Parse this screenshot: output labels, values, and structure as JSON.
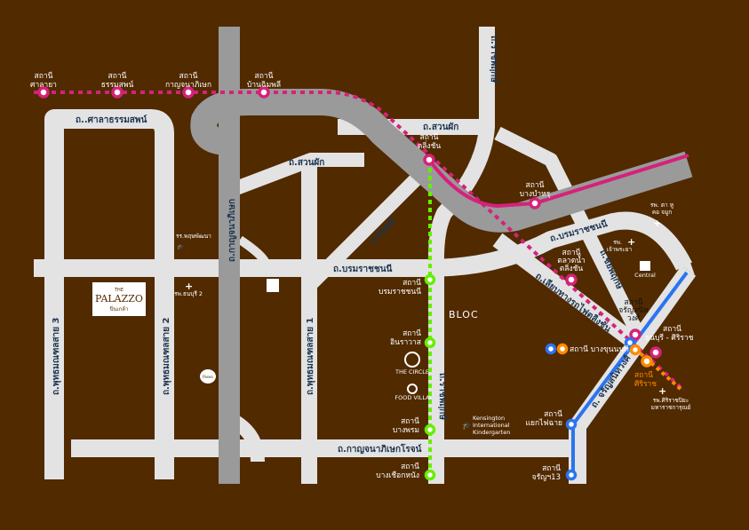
{
  "map": {
    "colors": {
      "background": "#512a00",
      "road": "#e3e3e3",
      "expressway": "#9a9a9a",
      "pink_line": "#d6217a",
      "green_line": "#66ee00",
      "blue_line": "#2b74f0",
      "orange_line": "#ff8a00",
      "road_label": "#1d3550"
    },
    "roads": {
      "salathammasop": "ถ..ศาลาธรรมสพน์",
      "suanphak_top": "ถ.สวนผัก",
      "suanphak": "ถ.สวนผัก",
      "ratchaphruek": "ถ.ราชพฤกษ์",
      "ratchaphruek_bottom": "ถ.ราชพฤกษ์",
      "kanchanaphisek": "ถ.กาญจนาภิเษก",
      "borommaratchachonnani": "ถ.บรมราชชนนี",
      "borommaratchachonnani_east": "ถ.บรมราชชนนี",
      "inphon": "ถ.อินพลี",
      "chaiyaphruek": "ถ.ชัยพฤกษ์",
      "liap_thang_rotfai": "ถ.เลียบทางรถไฟตลิ่งชัน",
      "charansanitwong": "ถ. จรัญสนิทวงศ์",
      "phutthamonthon3": "ถ.พุทธมณฑลสาย 3",
      "phutthamonthon2": "ถ.พุทธมณฑลสาย 2",
      "phutthamonthon1": "ถ.พุทธมณฑลสาย 1",
      "kanchanaphisek_rot": "ถ.กาญจนาภิเษกโรจน์"
    },
    "stations": {
      "salaya": [
        "สถานี",
        "ศาลายา"
      ],
      "thammasop": [
        "สถานี",
        "ธรรมสพน์"
      ],
      "kanchanaphisek": [
        "สถานี",
        "กาญจนาภิเษก"
      ],
      "ban_chimphli": [
        "สถานี",
        "บ้านฉิมพลี"
      ],
      "taling_chan": [
        "สถานี",
        "ตลิ่งชัน"
      ],
      "bang_bamru": [
        "สถานี",
        "บางบำหรุ"
      ],
      "talat_nam": [
        "สถานี",
        "ตลาดน้ำ",
        "ตลิ่งชัน"
      ],
      "charan_sanitwong": [
        "สถานี",
        "จรัญสนิท",
        "วงศ์"
      ],
      "thonburi_siriraj": [
        "สถานี",
        "ธนบุรี - ศิริราช"
      ],
      "bang_khun_non": "สถานี บางขุนนนท์",
      "siriraj": [
        "สถานี",
        "ศิริราช"
      ],
      "yaek_fai_chai": [
        "สถานี",
        "แยกไฟฉาย"
      ],
      "charan13": [
        "สถานี",
        "จรัญฯ13"
      ],
      "borommaratchachonnani": [
        "สถานี",
        "บรมราชชนนี"
      ],
      "chimplrawan": [
        "สถานี",
        "อินราวาส"
      ],
      "bang_phrom": [
        "สถานี",
        "บางพรม"
      ],
      "bang_chueak_nang": [
        "สถานี",
        "บางเชือกหนัง"
      ]
    },
    "landmarks": {
      "palazzo_the": "THE",
      "palazzo_name": "PALAZZO",
      "palazzo_sub": "ปิ่นเกล้า",
      "school_phrin": "รร.พฤษพัฒนา",
      "hospital_thonburi2": "รพ.ธนบุรี 2",
      "hospital_ent": [
        "รพ. ตา หู",
        "คอ จมูก"
      ],
      "hospital_chaophraya": [
        "รพ.",
        "เจ้าพระยา"
      ],
      "hospital_siriraj": [
        "รพ.ศิริราชปิยะ",
        "มหาราชการุณย์"
      ],
      "central": "Central",
      "bloc": "BLOC",
      "the_circle": "THE CIRCLE",
      "food_villa": "FOOD VILLA",
      "kensington": [
        "Kensington",
        "International",
        "Kindergarten"
      ],
      "paseo": "Paseo"
    }
  }
}
